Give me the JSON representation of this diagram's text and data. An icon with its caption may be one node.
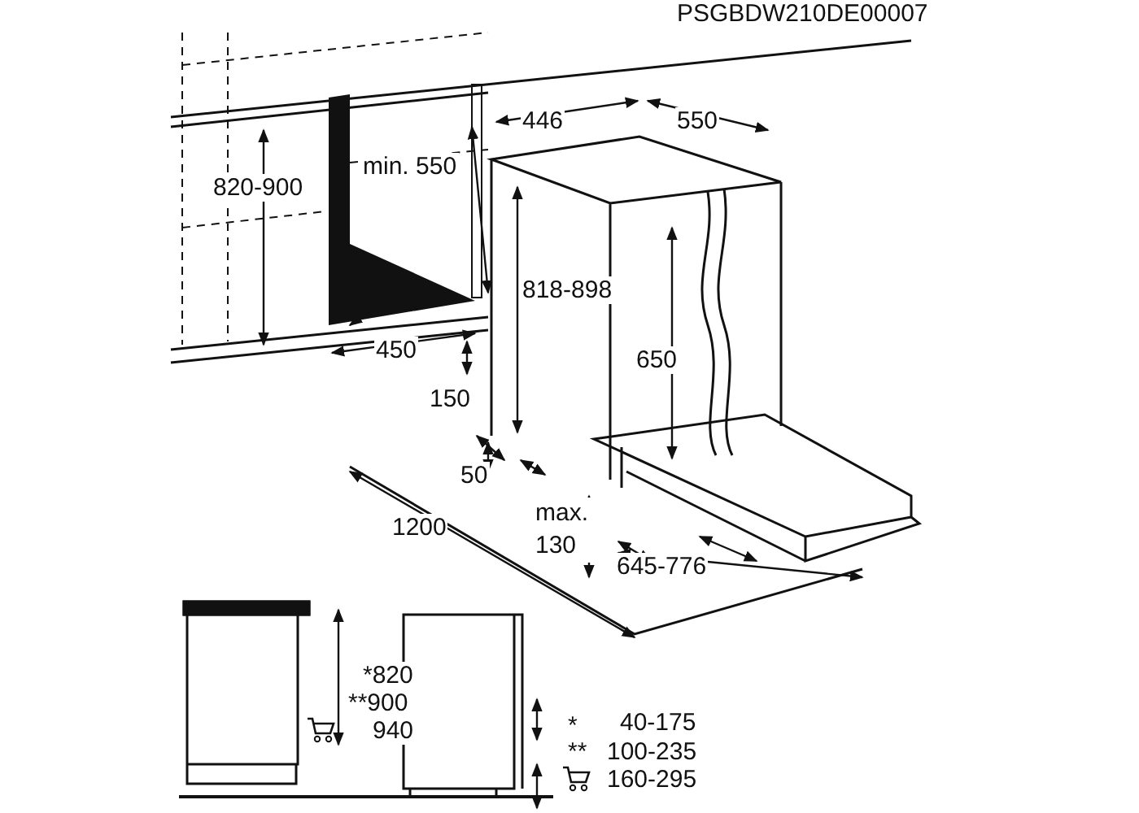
{
  "diagram": {
    "labels": [
      "PSGBDW210DE00007",
      "820-900",
      "min. 550",
      "446",
      "550",
      "818-898",
      "450",
      "650",
      "150",
      "50",
      "1200",
      "max. 130",
      "645-776",
      "*820",
      "**900",
      "940",
      "*",
      "40-175",
      "**",
      "100-235",
      "160-295"
    ]
  }
}
